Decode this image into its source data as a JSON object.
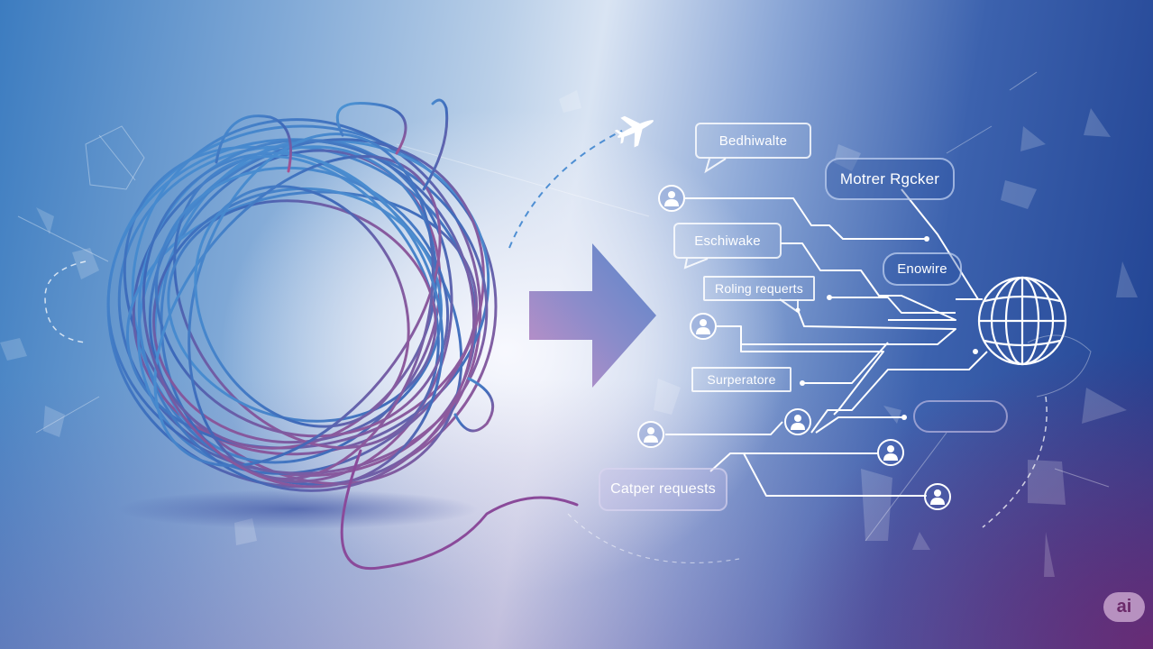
{
  "scene": {
    "description": "Tangled ball of cables on the left transforming via a large arrow into an organized network of labeled nodes, user avatars and a globe on the right",
    "colors": {
      "bg_left": "#3c7cc0",
      "bg_center": "#e6ecf6",
      "bg_right_top": "#1e3f8f",
      "bg_right_bottom": "#6b2466",
      "cable_blue": "#3f86c9",
      "cable_purple": "#a0407f",
      "arrow_pink": "#c78fc7",
      "arrow_blue": "#5a85c9",
      "lines": "#ffffff"
    }
  },
  "labels": {
    "bubble_1": "Bedhiwalte",
    "pill_1": "Motrer Rgcker",
    "bubble_2": "Eschiwake",
    "pill_2": "Enowire",
    "bubble_3": "Roling requerts",
    "rect_1": "Surperatore",
    "soft_1": "Catper requests",
    "empty_pill": ""
  },
  "icons": {
    "airplane": "airplane-icon",
    "arrow": "right-arrow-icon",
    "globe": "globe-icon",
    "user": "user-avatar-icon",
    "cable_ball": "tangled-cables-icon"
  },
  "badge": {
    "text": "ai"
  }
}
